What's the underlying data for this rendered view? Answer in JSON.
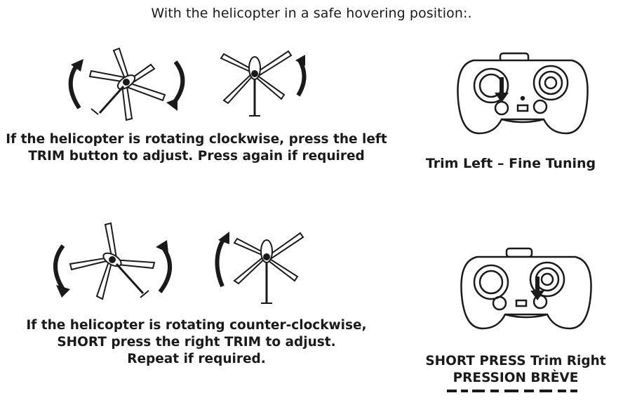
{
  "header": {
    "instruction": "With the helicopter in a safe hovering position:."
  },
  "section_clockwise": {
    "caption_line1": "If the helicopter is rotating clockwise, press the left",
    "caption_line2": "TRIM button to adjust. Press again if required",
    "controller_caption": "Trim Left – Fine Tuning",
    "rotation_direction": "clockwise"
  },
  "section_counterclockwise": {
    "caption_line1": "If the helicopter is rotating counter-clockwise,",
    "caption_line2": "SHORT press the right TRIM to adjust.",
    "caption_line3": "Repeat if required.",
    "controller_caption_line1": "SHORT PRESS Trim Right",
    "controller_caption_line2": "PRESSION BRÈVE",
    "rotation_direction": "counter-clockwise"
  },
  "colors": {
    "ink": "#1a1a1a",
    "light_fill": "#f2f2f2",
    "background": "#ffffff"
  }
}
